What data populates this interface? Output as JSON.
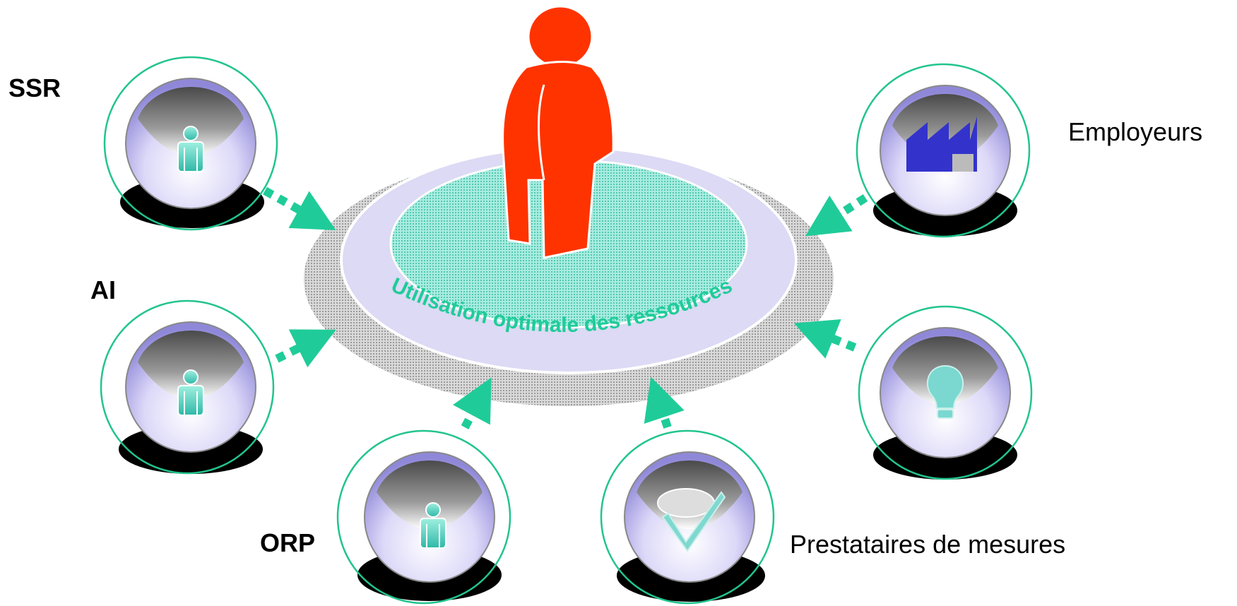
{
  "labels": {
    "ssr": "SSR",
    "ai": "AI",
    "orp": "ORP",
    "employeurs": "Employeurs",
    "prestataires": "Prestataires de mesures"
  },
  "center": {
    "ring_text": "Utilisation optimale des ressources"
  },
  "colors": {
    "person": "#ff3300",
    "accent": "#1fcc99",
    "ring_outline": "#22c48e",
    "factory": "#3333cc",
    "platform": "#bdbdbd",
    "inner_disc": "#7fe0cc"
  },
  "icons": [
    "person-icon",
    "person-icon",
    "person-icon",
    "factory-icon",
    "lightbulb-icon",
    "checkmark-icon"
  ]
}
